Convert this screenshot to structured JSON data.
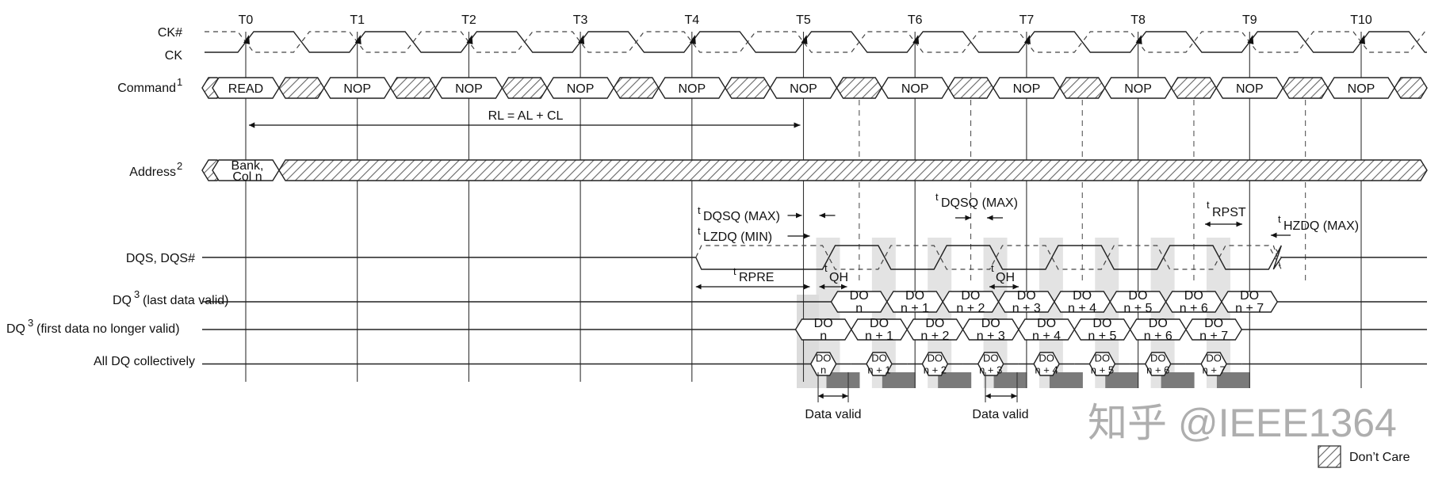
{
  "clock_labels": [
    "T0",
    "T1",
    "T2",
    "T3",
    "T4",
    "T5",
    "T6",
    "T7",
    "T8",
    "T9",
    "T10"
  ],
  "signals": {
    "ck_n": "CK#",
    "ck": "CK",
    "command": "Command",
    "command_sup": "1",
    "address": "Address",
    "address_sup": "2",
    "dqs": "DQS, DQS#",
    "dq_last": "(last data valid)",
    "dq_first": "(first data no longer valid)",
    "dq_prefix": "DQ",
    "dq_sup": "3",
    "dq_all": "All DQ collectively"
  },
  "commands": [
    "READ",
    "NOP",
    "NOP",
    "NOP",
    "NOP",
    "NOP",
    "NOP",
    "NOP",
    "NOP",
    "NOP",
    "NOP"
  ],
  "address_value": {
    "line1": "Bank,",
    "line2": "Col n"
  },
  "latency_label": "RL = AL + CL",
  "timing": {
    "t_sup": "t",
    "dqsq_max": "DQSQ (MAX)",
    "lzdq_min": "LZDQ (MIN)",
    "rpre": "RPRE",
    "qh": "QH",
    "rpst": "RPST",
    "hzdq_max": "HZDQ (MAX)"
  },
  "data_words": [
    {
      "line1": "DO",
      "line2": "n"
    },
    {
      "line1": "DO",
      "line2": "n + 1"
    },
    {
      "line1": "DO",
      "line2": "n + 2"
    },
    {
      "line1": "DO",
      "line2": "n + 3"
    },
    {
      "line1": "DO",
      "line2": "n + 4"
    },
    {
      "line1": "DO",
      "line2": "n + 5"
    },
    {
      "line1": "DO",
      "line2": "n + 6"
    },
    {
      "line1": "DO",
      "line2": "n + 7"
    }
  ],
  "data_valid": "Data valid",
  "legend": {
    "dont_care": "Don’t Care"
  },
  "watermark": "知乎 @IEEE1364"
}
